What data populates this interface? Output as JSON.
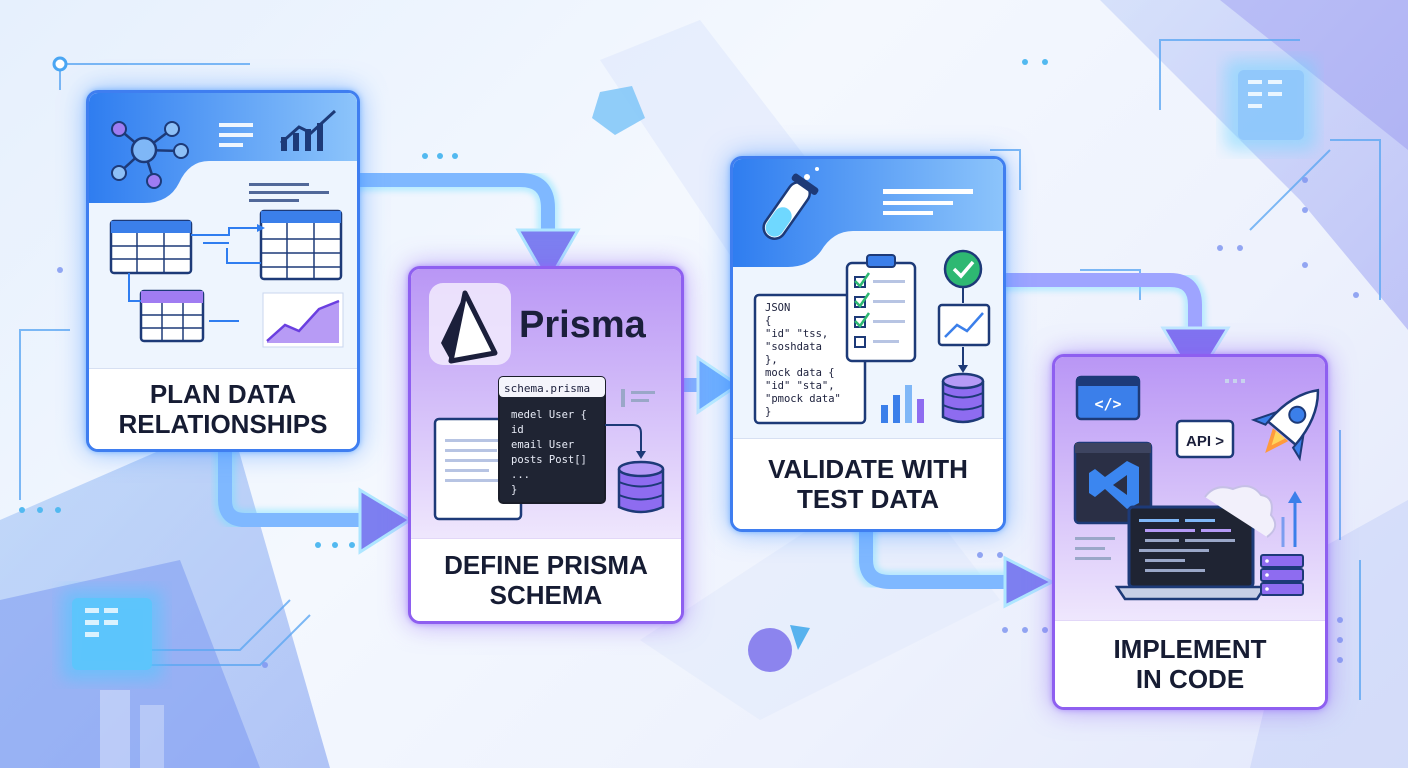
{
  "steps": [
    {
      "label_lines": [
        "PLAN DATA",
        "RELATIONSHIPS"
      ]
    },
    {
      "label_lines": [
        "DEFINE PRISMA",
        "SCHEMA"
      ],
      "brand": "Prisma",
      "file_name": "schema.prisma",
      "code_lines": [
        "medel User {",
        "  id",
        "  email User",
        "  posts Post[]",
        "  ...",
        "}"
      ]
    },
    {
      "label_lines": [
        "VALIDATE WITH",
        "TEST DATA"
      ],
      "json_lines": [
        "JSON",
        "{",
        "  \"id\" \"tss,",
        "  \"soshdata",
        "},",
        "mock data {",
        "  \"id\" \"sta\",",
        "  \"pmock data\"",
        "}"
      ]
    },
    {
      "label_lines": [
        "IMPLEMENT",
        "IN CODE"
      ],
      "api_label": "API >",
      "code_tag": "</>"
    }
  ],
  "colors": {
    "blue_accent": "#3f7ef0",
    "purple_accent": "#8e5ff0",
    "cyan_glow": "#5fd0ff",
    "label_text": "#161c33",
    "check_green": "#2eb872"
  },
  "icons": [
    "network-graph-icon",
    "line-chart-icon",
    "database-table-icon",
    "prisma-logo-icon",
    "database-icon",
    "test-tube-icon",
    "clipboard-checklist-icon",
    "check-circle-icon",
    "bar-chart-icon",
    "code-window-icon",
    "vscode-icon",
    "laptop-icon",
    "rocket-icon",
    "server-icon"
  ]
}
